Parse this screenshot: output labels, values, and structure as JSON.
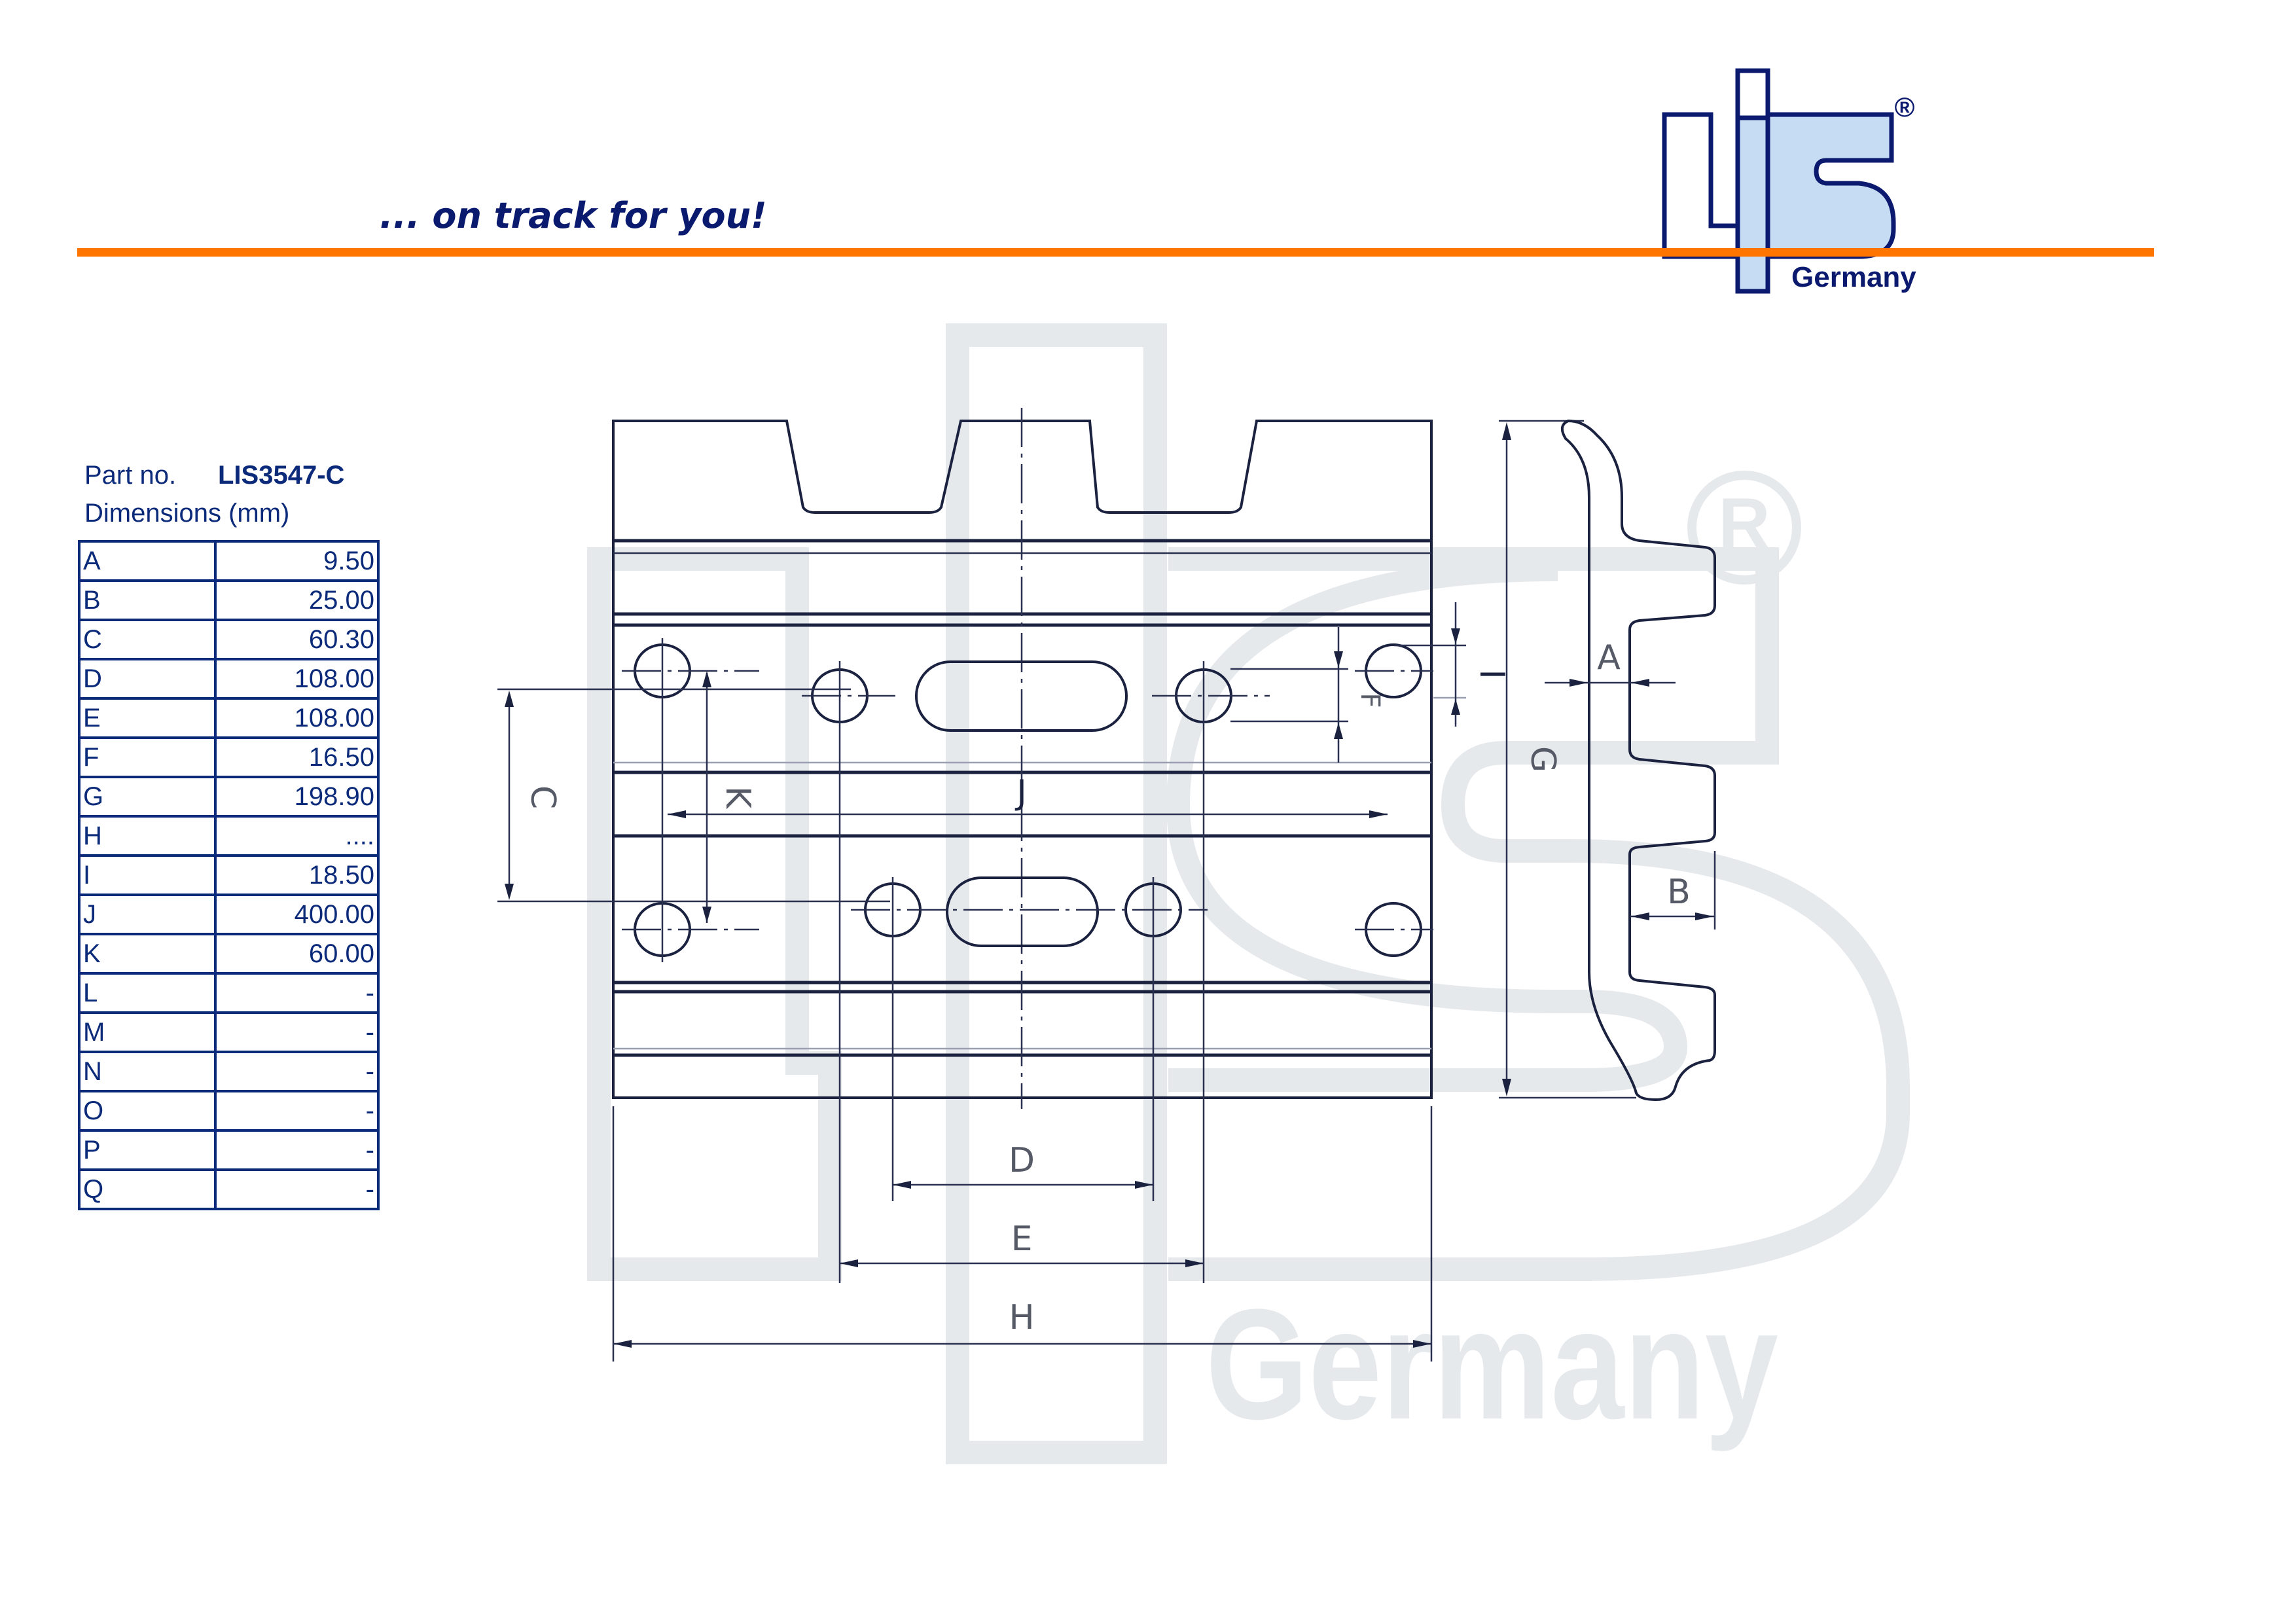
{
  "header": {
    "tagline": "... on track for you!",
    "logo": {
      "letters": "LiS",
      "registered_mark": "®",
      "subtitle": "Germany"
    },
    "accent_color": "#ff7500",
    "text_color": "#0b2a7a",
    "logo_fill_color": "#c5dcf3"
  },
  "part": {
    "label": "Part no.",
    "value": "LIS3547-C"
  },
  "dimensions": {
    "title": "Dimensions (mm)",
    "rows": [
      {
        "key": "A",
        "value": "9.50"
      },
      {
        "key": "B",
        "value": "25.00"
      },
      {
        "key": "C",
        "value": "60.30"
      },
      {
        "key": "D",
        "value": "108.00"
      },
      {
        "key": "E",
        "value": "108.00"
      },
      {
        "key": "F",
        "value": "16.50"
      },
      {
        "key": "G",
        "value": "198.90"
      },
      {
        "key": "H",
        "value": "...."
      },
      {
        "key": "I",
        "value": "18.50"
      },
      {
        "key": "J",
        "value": "400.00"
      },
      {
        "key": "K",
        "value": "60.00"
      },
      {
        "key": "L",
        "value": "-"
      },
      {
        "key": "M",
        "value": "-"
      },
      {
        "key": "N",
        "value": "-"
      },
      {
        "key": "O",
        "value": "-"
      },
      {
        "key": "P",
        "value": "-"
      },
      {
        "key": "Q",
        "value": "-"
      }
    ]
  },
  "drawing": {
    "labels": {
      "A": "A",
      "B": "B",
      "C": "C",
      "D": "D",
      "E": "E",
      "F": "F",
      "G": "G",
      "H": "H",
      "I": "I",
      "J": "J",
      "K": "K"
    },
    "watermark": {
      "text": "Germany",
      "registered_mark": "®",
      "color": "#e6e9ec"
    }
  }
}
